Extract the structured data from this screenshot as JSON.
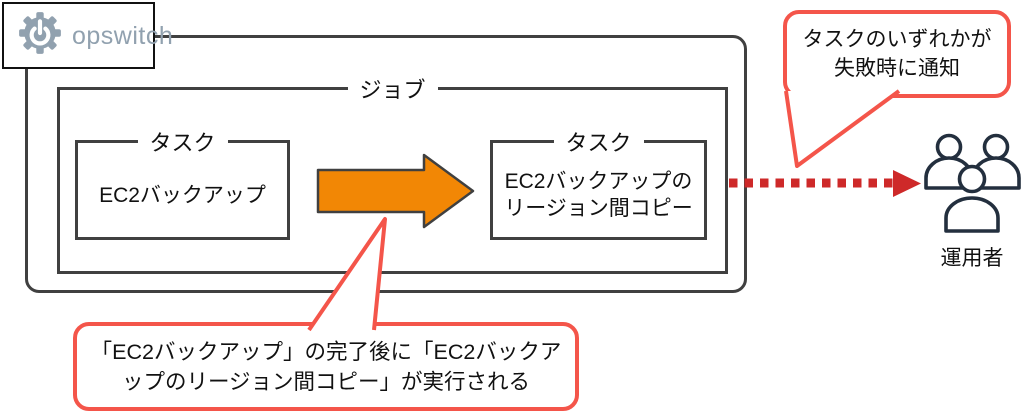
{
  "logo": {
    "brand": "opswitch",
    "icon": "gear-power-icon",
    "brand_color": "#91A1AF"
  },
  "diagram": {
    "job_group": {
      "label": "ジョブ"
    },
    "tasks": [
      {
        "group_label": "タスク",
        "name": "EC2バックアップ"
      },
      {
        "group_label": "タスク",
        "name_line1": "EC2バックアップの",
        "name_line2": "リージョン間コピー"
      }
    ],
    "flow_arrow": {
      "icon": "flow-right-arrow-icon",
      "fill": "#F28705",
      "stroke": "#404040"
    },
    "notify_arrow": {
      "icon": "dotted-right-arrow-icon",
      "color": "#CE2929",
      "style": "dotted"
    },
    "operator": {
      "label": "運用者",
      "icon": "people-group-icon",
      "color": "#232F3E"
    }
  },
  "callouts": {
    "notify": {
      "line1": "タスクのいずれかが",
      "line2": "失敗時に通知",
      "border_color": "#F4554A"
    },
    "sequence": {
      "line1": "「EC2バックアップ」の完了後に「EC2バックア",
      "line2": "ップのリージョン間コピー」が実行される",
      "border_color": "#F4554A"
    }
  },
  "colors": {
    "box_border": "#404040",
    "text": "#111111"
  }
}
